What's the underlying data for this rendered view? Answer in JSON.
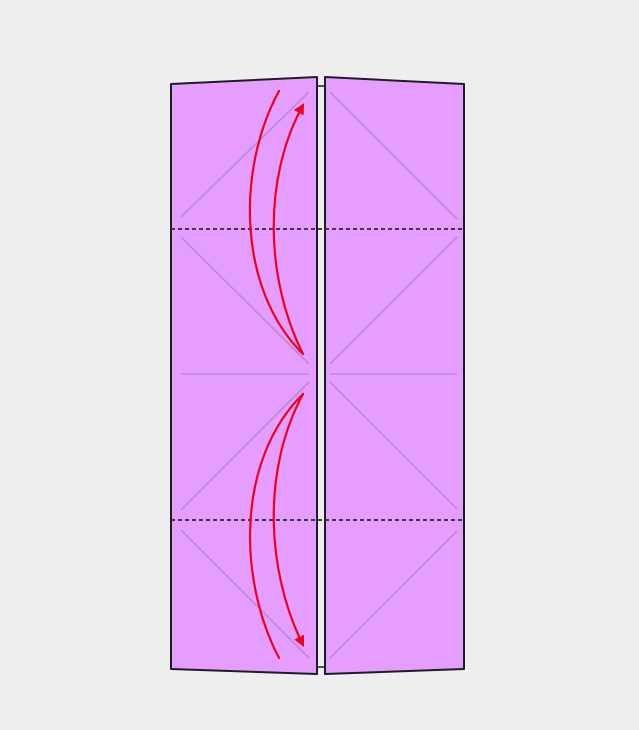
{
  "diagram": {
    "background_color": "#efeeef",
    "paper_fill_color": "#e59eff",
    "outline_color": "#1d1d24",
    "crease_color": "#b98ad3",
    "fold_guide_color": "#2a2a2a",
    "arrow_color": "#f2001b",
    "panels": [
      "left-flap",
      "right-flap"
    ],
    "fold_lines": [
      "upper-valley-fold",
      "lower-valley-fold"
    ],
    "arrows": [
      "upper-fold-and-unfold-arrow",
      "lower-fold-and-unfold-arrow"
    ]
  }
}
